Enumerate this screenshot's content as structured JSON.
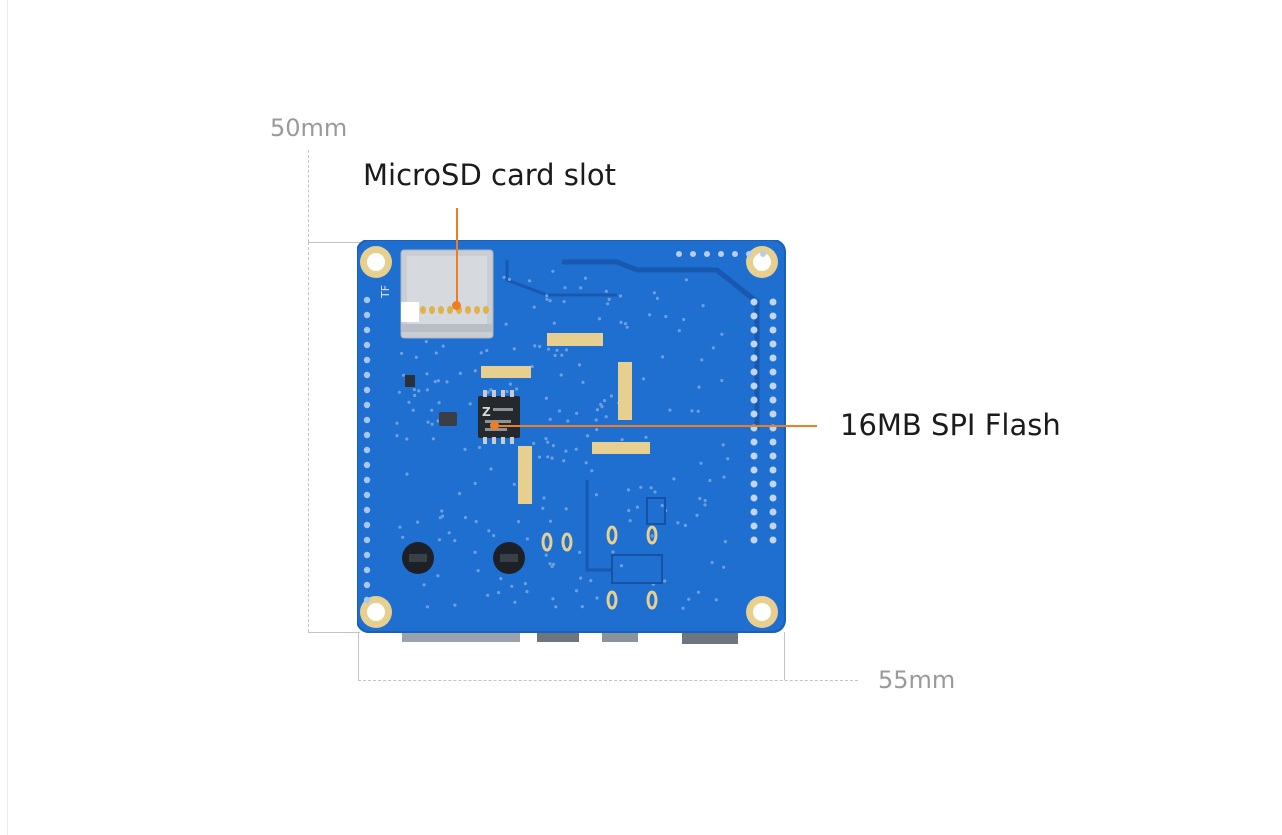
{
  "dimensions": {
    "height_label": "50mm",
    "width_label": "55mm"
  },
  "callouts": {
    "microsd": "MicroSD card slot",
    "spi_flash": "16MB SPI Flash"
  },
  "silkscreen": {
    "tf": "TF",
    "chip_brand": "Z"
  },
  "colors": {
    "pcb_blue": "#1e6fd0",
    "pcb_dark": "#1752a8",
    "pad_gold": "#e7cf8f",
    "leader_orange": "#ef7d22",
    "dimension_gray": "#c4c4c4"
  }
}
